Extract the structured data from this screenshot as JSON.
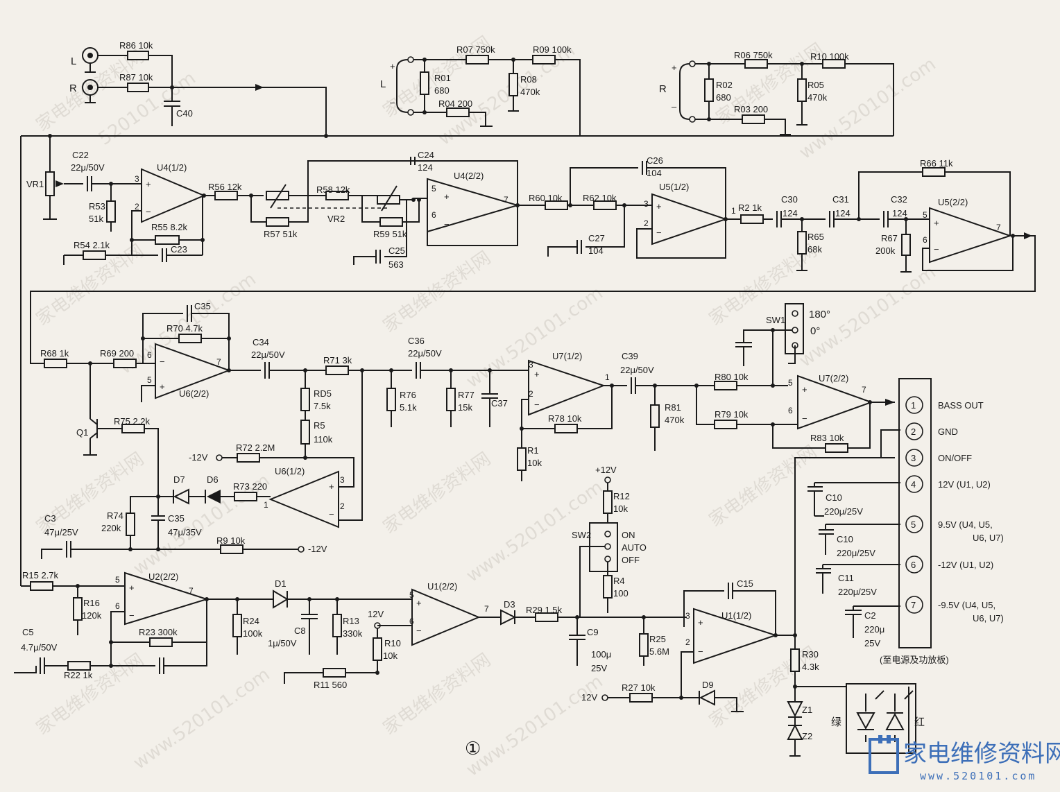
{
  "inputs": {
    "left": {
      "label": "L",
      "resistor": "R86 10k"
    },
    "right": {
      "label": "R",
      "resistor": "R87 10k"
    },
    "cap": "C40"
  },
  "speaker_inputs": {
    "left": {
      "label": "L",
      "plus": "+",
      "minus": "–",
      "parts": [
        "R07 750k",
        "R09 100k",
        "R01",
        "680",
        "R08",
        "470k",
        "R04 200"
      ]
    },
    "right": {
      "label": "R",
      "plus": "+",
      "minus": "–",
      "parts": [
        "R06 750k",
        "R10 100k",
        "R02",
        "680",
        "R05",
        "470k",
        "R03 200"
      ]
    }
  },
  "stage1": {
    "vr1": "VR1",
    "c22": "C22",
    "c22_val": "22μ/50V",
    "u4a": "U4(1/2)",
    "r53": "R53",
    "r53_val": "51k",
    "r55": "R55 8.2k",
    "c23": "C23",
    "r54": "R54 2.1k",
    "r56": "R56 12k",
    "r57": "R57 51k",
    "r58": "R58 12k",
    "vr2": "VR2",
    "r59": "R59 51k",
    "c24": "C24",
    "c24_val": "124",
    "c25": "C25",
    "c25_val": "563",
    "u4b": "U4(2/2)",
    "r60": "R60 10k",
    "r62": "R62 10k",
    "c26": "C26",
    "c26_val": "104",
    "c27": "C27",
    "c27_val": "104",
    "u5a": "U5(1/2)",
    "r2": "R2 1k",
    "c30": "C30",
    "c30_val": "124",
    "c31": "C31",
    "c31_val": "124",
    "r65": "R65",
    "r65_val": "68k",
    "r66": "R66 11k",
    "c32": "C32",
    "c32_val": "124",
    "r67": "R67",
    "r67_val": "200k",
    "u5b": "U5(2/2)"
  },
  "stage2": {
    "r68": "R68 1k",
    "r69": "R69 200",
    "c35a": "C35",
    "r70": "R70 4.7k",
    "u6b": "U6(2/2)",
    "c34": "C34",
    "c34_val": "22μ/50V",
    "r71": "R71 3k",
    "rd5": "RD5",
    "rd5_val": "7.5k",
    "r5": "R5",
    "r5_val": "110k",
    "c36": "C36",
    "c36_val": "22μ/50V",
    "r76": "R76",
    "r76_val": "5.1k",
    "r77": "R77",
    "r77_val": "15k",
    "c37": "C37",
    "u7a": "U7(1/2)",
    "r78": "R78 10k",
    "r1": "R1",
    "r1_val": "10k",
    "c39": "C39",
    "c39_val": "22μ/50V",
    "r81": "R81",
    "r81_val": "470k",
    "r80": "R80 10k",
    "r79": "R79 10k",
    "u7b": "U7(2/2)",
    "r83": "R83 10k",
    "sw1": "SW1",
    "phase180": "180°",
    "phase0": "0°",
    "q1": "Q1",
    "r75": "R75 2.2k",
    "neg12": "-12V",
    "r72": "R72 2.2M",
    "u6a": "U6(1/2)",
    "d7": "D7",
    "d6": "D6",
    "r73": "R73 220",
    "r74": "R74",
    "r74_val": "220k",
    "c35b": "C35",
    "c35b_val": "47μ/35V",
    "c3": "C3",
    "c3_val": "47μ/25V",
    "r9": "R9 10k",
    "neg12b": "-12V"
  },
  "stage3": {
    "r15": "R15 2.7k",
    "u2b": "U2(2/2)",
    "r16": "R16",
    "r16_val": "120k",
    "r23": "R23 300k",
    "c5": "C5",
    "c5_val": "4.7μ/50V",
    "r22": "R22 1k",
    "r24": "R24",
    "r24_val": "100k",
    "d1": "D1",
    "c8": "C8",
    "c8_val": "1μ/50V",
    "r13": "R13",
    "r13_val": "330k",
    "v12": "12V",
    "r10": "R10",
    "r10_val": "10k",
    "r11": "R11 560",
    "u1b": "U1(2/2)",
    "d3": "D3",
    "r29": "R29 1.5k",
    "c9": "C9",
    "c9_val1": "100μ",
    "c9_val2": "25V",
    "r25": "R25",
    "r25_val": "5.6M",
    "plus12": "+12V",
    "r12": "R12",
    "r12_val": "10k",
    "sw2": "SW2",
    "on": "ON",
    "auto": "AUTO",
    "off": "OFF",
    "r4": "R4",
    "r4_val": "100",
    "c15": "C15",
    "u1a": "U1(1/2)",
    "v12b": "12V",
    "r27": "R27 10k",
    "d9": "D9",
    "r30": "R30",
    "r30_val": "4.3k",
    "z1": "Z1",
    "z2": "Z2",
    "green": "绿",
    "red": "红"
  },
  "connector": {
    "pins": [
      {
        "no": "1",
        "label": "BASS OUT"
      },
      {
        "no": "2",
        "label": "GND"
      },
      {
        "no": "3",
        "label": "ON/OFF"
      },
      {
        "no": "4",
        "label": "12V (U1, U2)"
      },
      {
        "no": "5",
        "label": "9.5V (U4, U5,",
        "label2": "U6, U7)"
      },
      {
        "no": "6",
        "label": "-12V (U1, U2)"
      },
      {
        "no": "7",
        "label": "-9.5V (U4, U5,",
        "label2": "U6, U7)"
      }
    ],
    "caps": [
      {
        "name": "C10",
        "val": "220μ/25V"
      },
      {
        "name": "C10",
        "val": "220μ/25V"
      },
      {
        "name": "C11",
        "val": "220μ/25V"
      },
      {
        "name": "C2",
        "val": "220μ",
        "val2": "25V"
      }
    ],
    "note": "(至电源及功放板)"
  },
  "figure_number": "①",
  "watermark": {
    "text": "家电维修资料网",
    "url": "www.520101.com",
    "short": "520101.com"
  },
  "logo": {
    "text": "家电维修资料网",
    "url": "www.520101.com"
  }
}
